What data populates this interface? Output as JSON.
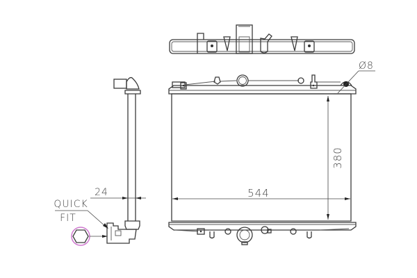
{
  "drawing": {
    "subject": "radiator technical drawing",
    "dimensions": {
      "width": "544",
      "height": "380",
      "depth": "24",
      "pin_diameter": "Ø8"
    },
    "callouts": {
      "connector_line1": "QUICK",
      "connector_line2": "FIT"
    },
    "colors": {
      "line": "#3a3a3a",
      "highlight_circle": "#d07ad0",
      "background": "#ffffff"
    },
    "views": [
      "top-view",
      "front-view",
      "side-view",
      "connector-detail"
    ]
  }
}
